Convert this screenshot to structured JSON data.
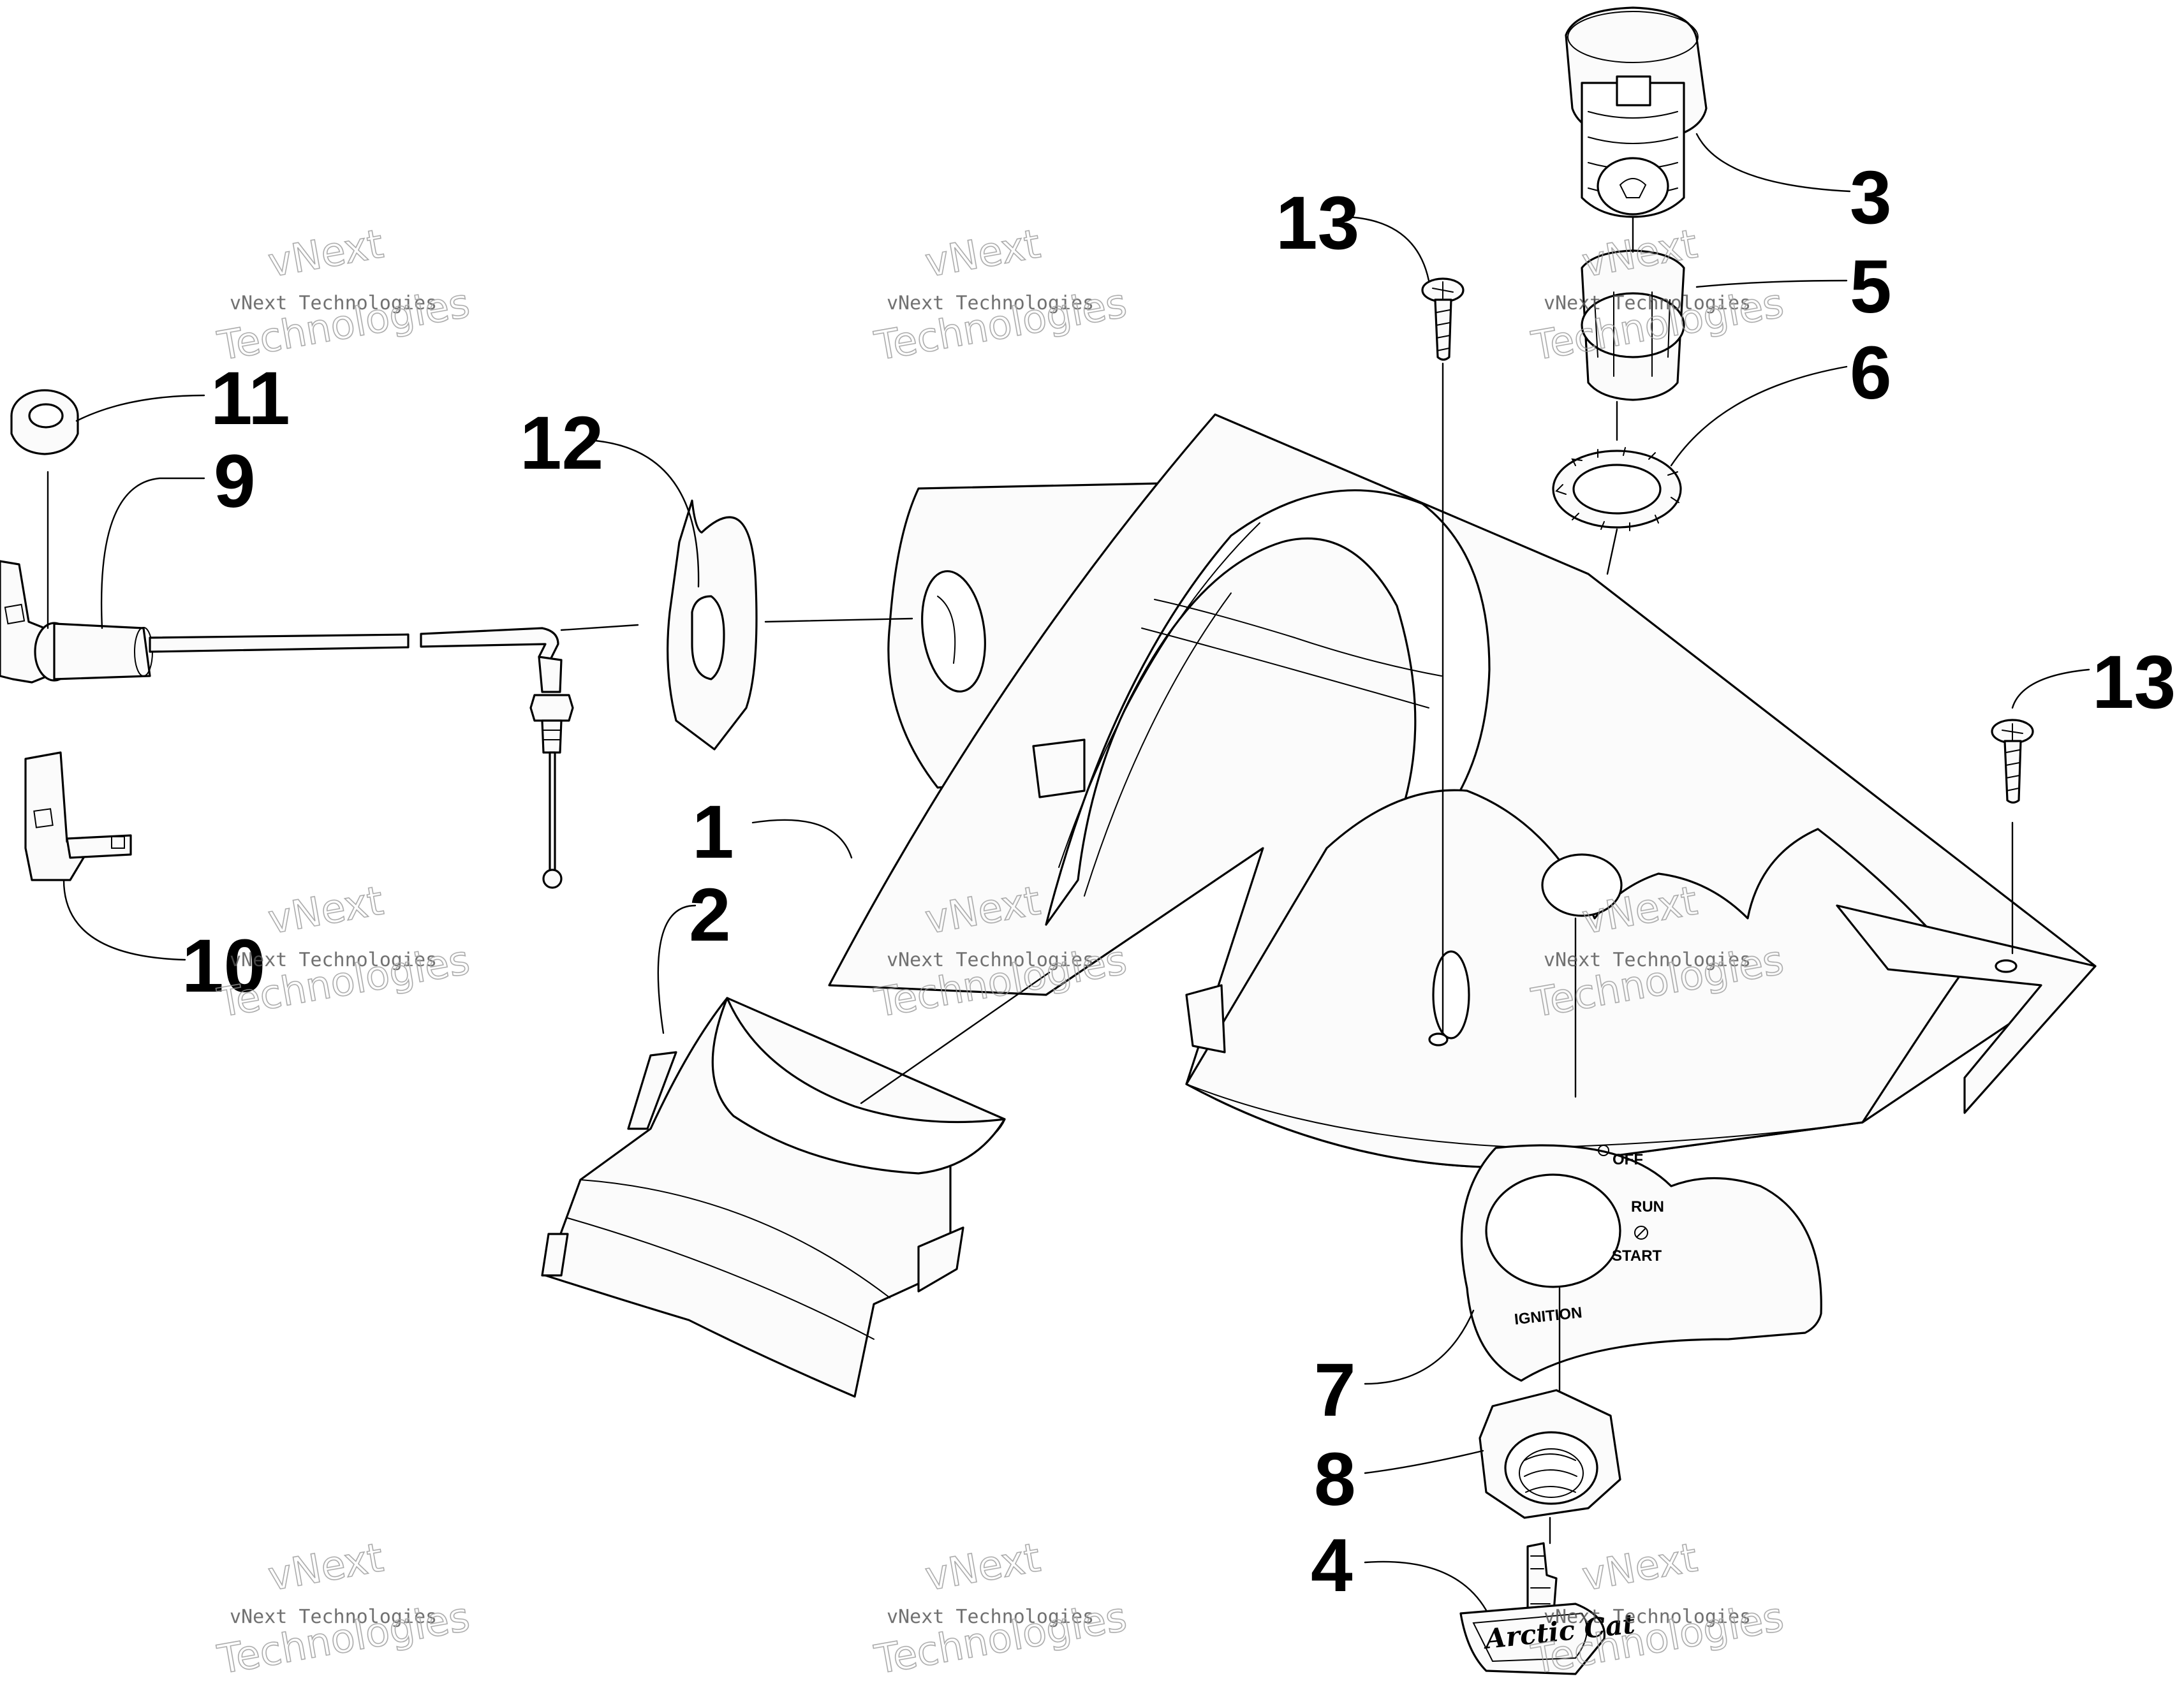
{
  "callouts": {
    "c1": "1",
    "c2": "2",
    "c3": "3",
    "c4": "4",
    "c5": "5",
    "c6": "6",
    "c7": "7",
    "c8": "8",
    "c9": "9",
    "c10": "10",
    "c11": "11",
    "c12": "12",
    "c13a": "13",
    "c13b": "13"
  },
  "ignition_panel": {
    "off": "OFF",
    "run": "RUN",
    "start": "START",
    "ignition": "IGNITION"
  },
  "key_brand": "Arctic Cat",
  "watermark": {
    "line1": "vNext",
    "line2": "vNext Technologies",
    "line3": "Technologies"
  },
  "colors": {
    "ink": "#000000",
    "background": "#ffffff"
  }
}
